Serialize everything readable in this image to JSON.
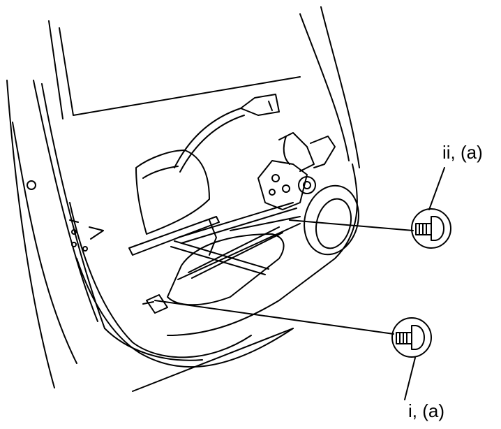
{
  "callouts": [
    {
      "id": "ii",
      "label": "ii, (a)",
      "part": "bolt-icon"
    },
    {
      "id": "i",
      "label": "i, (a)",
      "part": "bolt-icon"
    }
  ],
  "colors": {
    "line": "#000000",
    "background": "#ffffff"
  }
}
